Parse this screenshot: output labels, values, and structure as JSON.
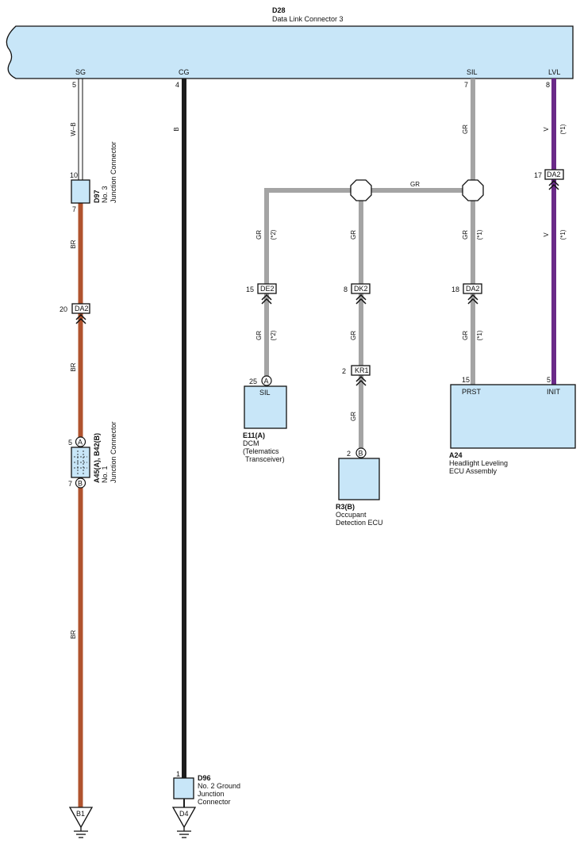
{
  "header": {
    "id": "D28",
    "name": "Data Link Connector 3"
  },
  "dlc_terminals": {
    "sg": "SG",
    "cg": "CG",
    "sil": "SIL",
    "lvl": "LVL"
  },
  "wire_colors": {
    "w_b": "W–B",
    "b": "B",
    "gr": "GR",
    "v": "V",
    "br": "BR",
    "br_hex": "#b0532e",
    "b_hex": "#1c1c1c",
    "gr_hex": "#a4a4a4",
    "v_hex": "#6a2a88",
    "w_b_hex": "#ffffff",
    "component_fill_hex": "#c8e6f8"
  },
  "notes": {
    "n1": "(*1)",
    "n2": "(*2)"
  },
  "pins": {
    "sg": "5",
    "cg": "4",
    "sil": "7",
    "lvl": "8",
    "d97_top": "10",
    "d97_bot": "7",
    "da2_left": "20",
    "a45_top": "5",
    "a45_bot": "7",
    "de2": "15",
    "dk2": "8",
    "da2_mid": "18",
    "da2_right": "17",
    "e11": "25",
    "kr1": "2",
    "r3": "2",
    "a24_prst": "15",
    "a24_init": "5",
    "d96": "1"
  },
  "connectors": {
    "da2": "DA2",
    "de2": "DE2",
    "dk2": "DK2",
    "kr1": "KR1"
  },
  "pin_letters": {
    "a": "A",
    "b": "B"
  },
  "components": {
    "d97": {
      "id": "D97",
      "l1": "No. 3",
      "l2": "Junction Connector"
    },
    "a45": {
      "id": "A45(A), B42(B)",
      "l1": "No. 1",
      "l2": "Junction Connector"
    },
    "e11": {
      "id": "E11(A)",
      "inner": "SIL",
      "l1": "DCM",
      "l2": "(Telematics",
      "l3": "Transceiver)"
    },
    "r3": {
      "id": "R3(B)",
      "l1": "Occupant",
      "l2": "Detection ECU"
    },
    "a24": {
      "id": "A24",
      "prst": "PRST",
      "init": "INIT",
      "l1": "Headlight Leveling",
      "l2": "ECU Assembly"
    },
    "d96": {
      "id": "D96",
      "l1": "No. 2 Ground",
      "l2": "Junction",
      "l3": "Connector"
    }
  },
  "grounds": {
    "b1": "B1",
    "d4": "D4"
  }
}
